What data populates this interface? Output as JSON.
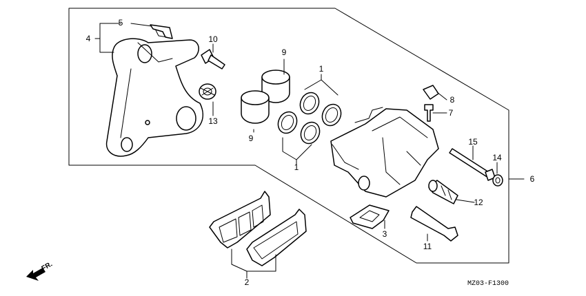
{
  "diagram": {
    "code": "MZ03-F1300",
    "direction_label": "FR.",
    "callouts": [
      {
        "id": "c1a",
        "number": "1"
      },
      {
        "id": "c1b",
        "number": "1"
      },
      {
        "id": "c2",
        "number": "2"
      },
      {
        "id": "c3",
        "number": "3"
      },
      {
        "id": "c4",
        "number": "4"
      },
      {
        "id": "c5",
        "number": "5"
      },
      {
        "id": "c6",
        "number": "6"
      },
      {
        "id": "c7",
        "number": "7"
      },
      {
        "id": "c8",
        "number": "8"
      },
      {
        "id": "c9a",
        "number": "9"
      },
      {
        "id": "c9b",
        "number": "9"
      },
      {
        "id": "c10",
        "number": "10"
      },
      {
        "id": "c11",
        "number": "11"
      },
      {
        "id": "c12",
        "number": "12"
      },
      {
        "id": "c13",
        "number": "13"
      },
      {
        "id": "c14",
        "number": "14"
      },
      {
        "id": "c15",
        "number": "15"
      }
    ]
  }
}
